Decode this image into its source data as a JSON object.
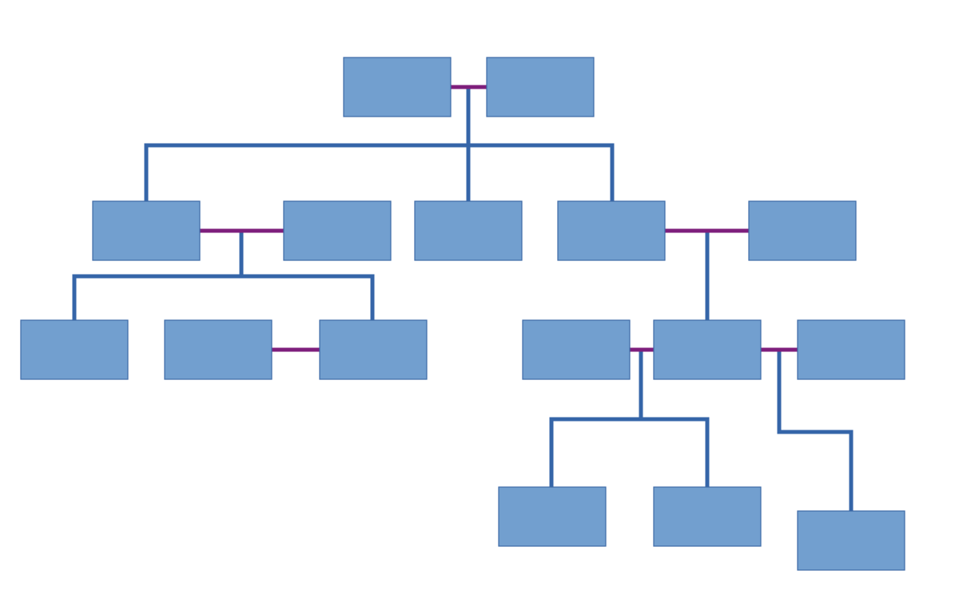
{
  "colors": {
    "background": "#ffffff",
    "box_fill": "#729fcf",
    "box_border": "#3e6aa6",
    "descent_line": "#3565a8",
    "partner_line": "#7e1f7c"
  },
  "tree": {
    "boxes": [
      {
        "id": "g1a",
        "label": ""
      },
      {
        "id": "g1b",
        "label": ""
      },
      {
        "id": "g2a",
        "label": ""
      },
      {
        "id": "g2b",
        "label": ""
      },
      {
        "id": "g2c",
        "label": ""
      },
      {
        "id": "g2d",
        "label": ""
      },
      {
        "id": "g2e",
        "label": ""
      },
      {
        "id": "g3a",
        "label": ""
      },
      {
        "id": "g3b",
        "label": ""
      },
      {
        "id": "g3c",
        "label": ""
      },
      {
        "id": "g3d",
        "label": ""
      },
      {
        "id": "g3e",
        "label": ""
      },
      {
        "id": "g3f",
        "label": ""
      },
      {
        "id": "g4a",
        "label": ""
      },
      {
        "id": "g4b",
        "label": ""
      },
      {
        "id": "g4c",
        "label": ""
      }
    ],
    "partnerships": [
      {
        "id": "p1",
        "members": [
          "g1a",
          "g1b"
        ],
        "children": [
          "g2a",
          "g2c",
          "g2d"
        ]
      },
      {
        "id": "p2",
        "members": [
          "g2a",
          "g2b"
        ],
        "children": [
          "g3a",
          "g3c"
        ]
      },
      {
        "id": "p3",
        "members": [
          "g2d",
          "g2e"
        ],
        "children": [
          "g3e"
        ]
      },
      {
        "id": "p4",
        "members": [
          "g3b",
          "g3c"
        ],
        "children": []
      },
      {
        "id": "p5",
        "members": [
          "g3d",
          "g3e"
        ],
        "children": [
          "g4a",
          "g4b"
        ]
      },
      {
        "id": "p6",
        "members": [
          "g3e",
          "g3f"
        ],
        "children": [
          "g4c"
        ]
      }
    ]
  }
}
